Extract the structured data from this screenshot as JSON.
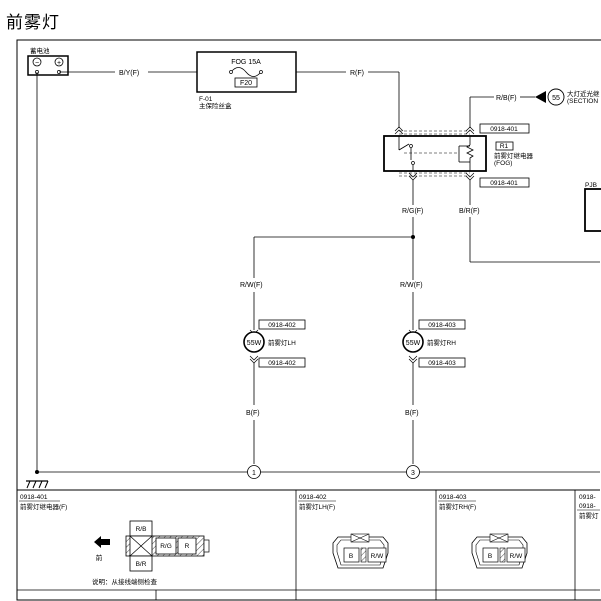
{
  "page_title": "前雾灯",
  "battery": {
    "label": "蓄电池",
    "minus": "−",
    "plus": "+"
  },
  "fuse": {
    "name": "FOG 15A",
    "id": "F20",
    "box_code": "F-01",
    "box_name": "主保险丝盒"
  },
  "relay": {
    "id": "R1",
    "name": "前雾灯继电器",
    "name_sub": "(FOG)",
    "conn_top": "0918-401",
    "conn_bottom": "0918-401"
  },
  "wires": {
    "byf": "B/Y(F)",
    "rf": "R(F)",
    "rbf": "R/B(F)",
    "rgf": "R/G(F)",
    "brf": "B/R(F)",
    "rwf_left": "R/W(F)",
    "rwf_right": "R/W(F)",
    "bf_left": "B(F)",
    "bf_right": "B(F)"
  },
  "source": {
    "num": "55",
    "label": "大灯近光继",
    "label2": "(SECTION"
  },
  "pjb": "PJB",
  "lamp_lh": {
    "watt": "55W",
    "name": "前雾灯LH",
    "conn_top": "0918-402",
    "conn_bottom": "0918-402"
  },
  "lamp_rh": {
    "watt": "55W",
    "name": "前雾灯RH",
    "conn_top": "0918-403",
    "conn_bottom": "0918-403"
  },
  "ground_points": [
    "1",
    "3"
  ],
  "connectors": [
    {
      "code": "0918-401",
      "name": "前雾灯继电器(F)",
      "pins": [
        "R/B",
        "R/G",
        "R",
        "B/R"
      ],
      "front": "前",
      "note": "说明：从接线端侧检查"
    },
    {
      "code": "0918-402",
      "name": "前雾灯LH(F)",
      "pins": [
        "B",
        "R/W"
      ]
    },
    {
      "code": "0918-403",
      "name": "前雾灯RH(F)",
      "pins": [
        "B",
        "R/W"
      ]
    },
    {
      "code": "0918-",
      "code2": "0918-",
      "name": "前雾灯"
    }
  ]
}
